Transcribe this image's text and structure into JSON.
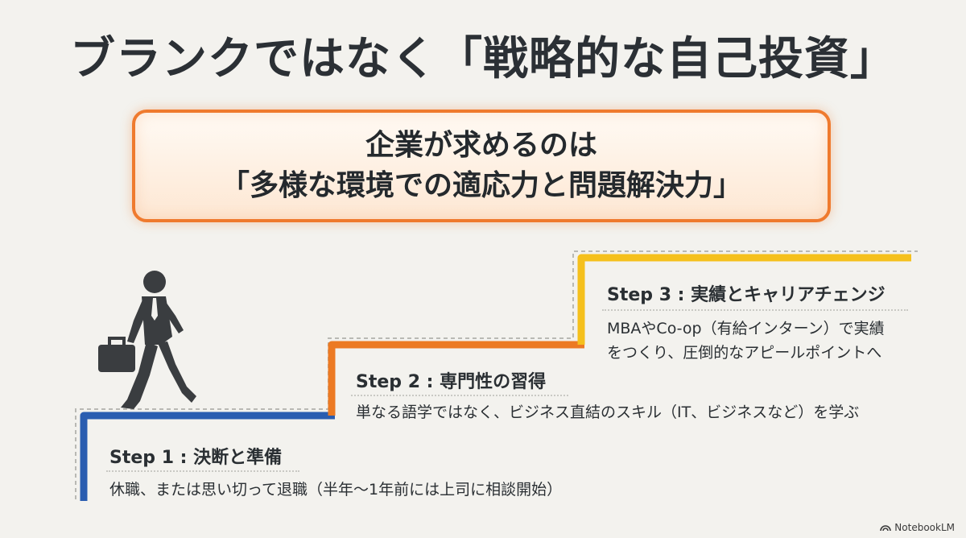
{
  "title": "ブランクではなく「戦略的な自己投資」",
  "callout": {
    "line1": "企業が求めるのは",
    "line2": "「多様な環境での適応力と問題解決力」"
  },
  "steps": [
    {
      "title": "Step 1 : 決断と準備",
      "desc": "休職、または思い切って退職（半年〜1年前には上司に相談開始）",
      "color": "#2a5db0"
    },
    {
      "title": "Step 2 : 専門性の習得",
      "desc": "単なる語学ではなく、ビジネス直結のスキル（IT、ビジネスなど）を学ぶ",
      "color": "#ec7a23"
    },
    {
      "title": "Step 3 : 実績とキャリアチェンジ",
      "desc_line1": "MBAやCo-op（有給インターン）で実績",
      "desc_line2": "をつくり、圧倒的なアピールポイントへ",
      "color": "#f5c01c"
    }
  ],
  "brand": "NotebookLM",
  "icons": {
    "person": "businessman-walking-icon",
    "brand": "notebooklm-logo-icon"
  }
}
